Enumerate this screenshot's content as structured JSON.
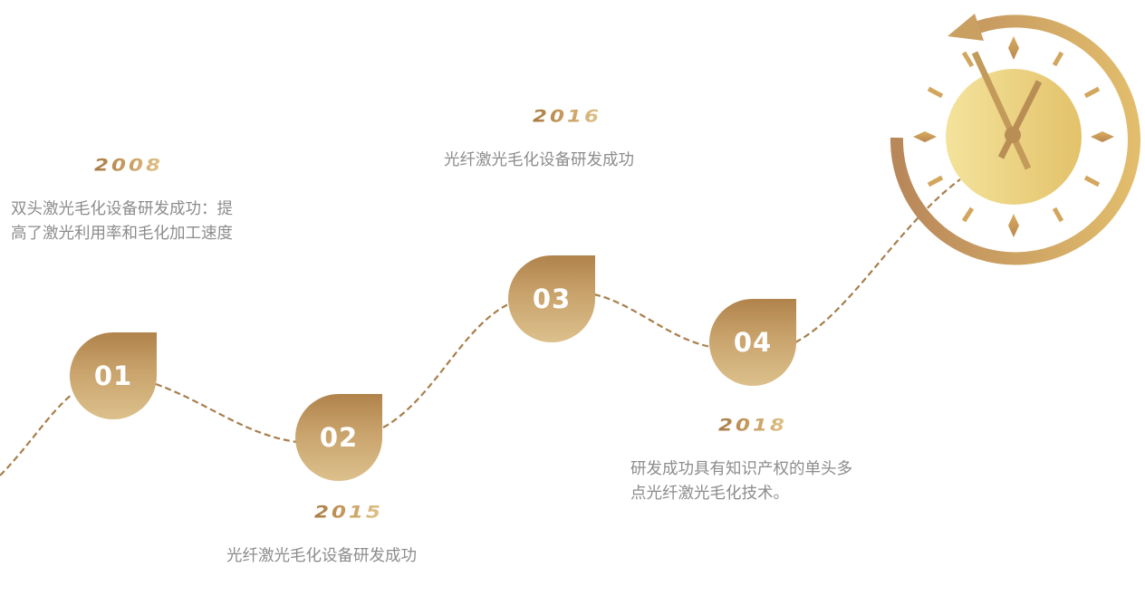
{
  "colors": {
    "gold_dark": "#a87b45",
    "gold_mid": "#c9a36c",
    "gold_light": "#e0c58c",
    "clock_face_light": "#f3e29a",
    "clock_face_dark": "#e4c46e",
    "dash_line": "#a87f4d",
    "text_gray": "#8c8c8c"
  },
  "timeline": {
    "milestones": [
      {
        "number": "01",
        "year": "2008",
        "desc_lines": [
          "双头激光毛化设备研发成功：提",
          "高了激光利用率和毛化加工速度"
        ]
      },
      {
        "number": "02",
        "year": "2015",
        "desc_lines": [
          "光纤激光毛化设备研发成功"
        ]
      },
      {
        "number": "03",
        "year": "2016",
        "desc_lines": [
          "光纤激光毛化设备研发成功"
        ]
      },
      {
        "number": "04",
        "year": "2018",
        "desc_lines": [
          "研发成功具有知识产权的单头多",
          "点光纤激光毛化技术。"
        ]
      }
    ]
  },
  "icons": {
    "clock": "clock-with-counterclockwise-arrow-icon"
  }
}
